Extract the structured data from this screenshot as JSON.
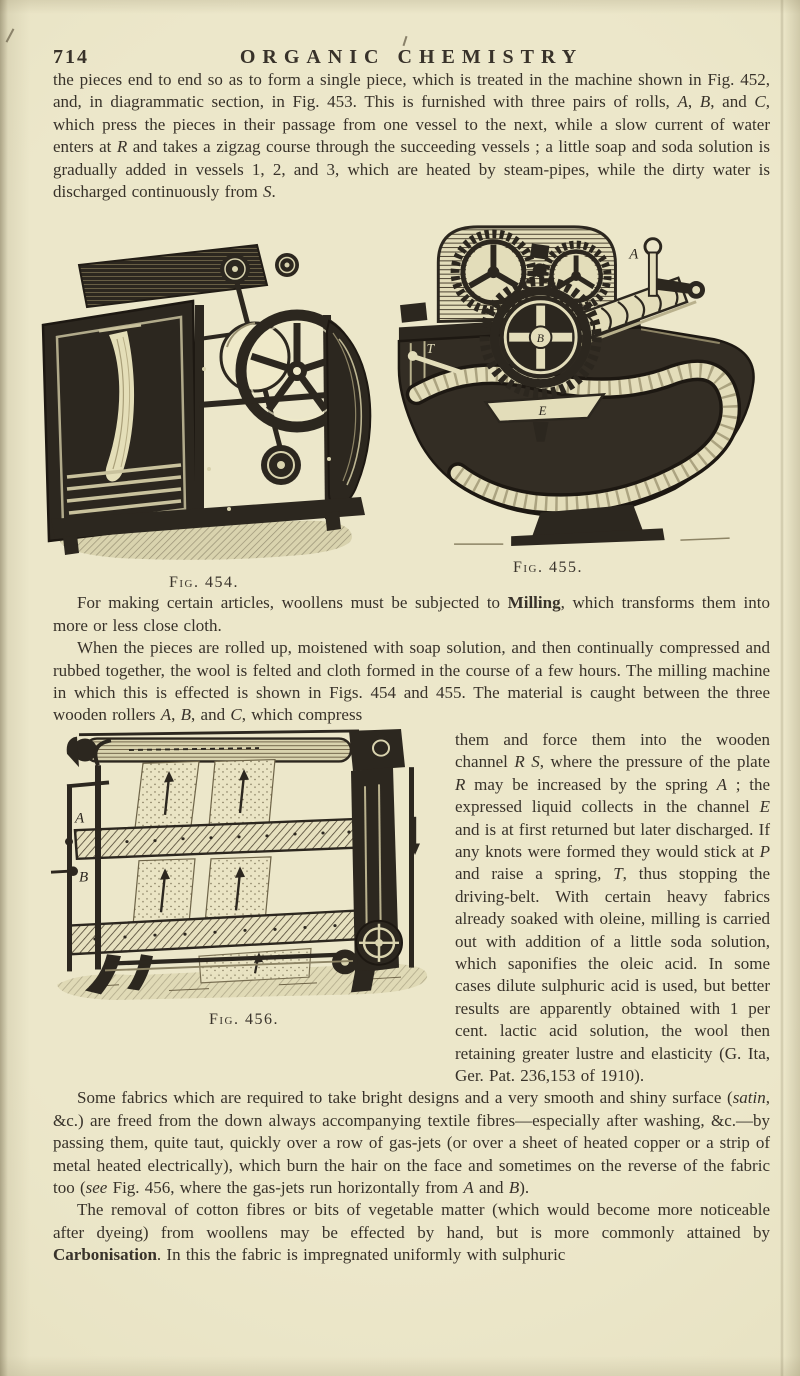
{
  "page": {
    "number": "714",
    "header": "ORGANIC CHEMISTRY"
  },
  "paragraphs": {
    "p1": [
      {
        "t": "the pieces end to end so as to form a single piece, which is treated in the machine shown in Fig. 452, and, in diagrammatic section, in Fig. 453.  This is furnished with three pairs of rolls, "
      },
      {
        "t": "A",
        "i": true
      },
      {
        "t": ", "
      },
      {
        "t": "B",
        "i": true
      },
      {
        "t": ", and "
      },
      {
        "t": "C",
        "i": true
      },
      {
        "t": ", which press the pieces in their passage from one vessel to the next, while a slow current of water enters at "
      },
      {
        "t": "R",
        "i": true
      },
      {
        "t": " and takes a zigzag course through the succeeding vessels ; a little soap and soda solution is gradually added in vessels 1, 2, and 3, which are heated by steam-pipes, while the dirty water is discharged continuously from "
      },
      {
        "t": "S",
        "i": true
      },
      {
        "t": "."
      }
    ],
    "p2": [
      {
        "t": "For making certain articles, woollens must be subjected to "
      },
      {
        "t": "Milling",
        "b": true
      },
      {
        "t": ", which transforms them into more or less close cloth."
      }
    ],
    "p3a": [
      {
        "t": "When the pieces are rolled up, moistened with soap solution, and then continually compressed and rubbed together, the wool is felted and cloth formed in the course of a few hours.  The milling machine in which this is effected is shown in Figs. 454 and 455. The material is caught between the three wooden rollers "
      },
      {
        "t": "A",
        "i": true
      },
      {
        "t": ", "
      },
      {
        "t": "B",
        "i": true
      },
      {
        "t": ", and "
      },
      {
        "t": "C",
        "i": true
      },
      {
        "t": ", which compress"
      }
    ],
    "p3b": [
      {
        "t": "them and force them into the wooden channel "
      },
      {
        "t": "R S",
        "i": true
      },
      {
        "t": ", where the pressure of the plate "
      },
      {
        "t": "R",
        "i": true
      },
      {
        "t": " may be increased by the spring "
      },
      {
        "t": "A",
        "i": true
      },
      {
        "t": " ; the expressed liquid collects in the channel "
      },
      {
        "t": "E",
        "i": true
      },
      {
        "t": " and is at first returned but later discharged.  If any knots were formed they would stick at "
      },
      {
        "t": "P",
        "i": true
      },
      {
        "t": " and raise a spring, "
      },
      {
        "t": "T",
        "i": true
      },
      {
        "t": ", thus stopping the driving-belt.  With certain heavy fabrics already soaked with oleine, milling is carried out with addition of a little soda solution, which saponifies the oleic acid.  In some cases dilute sulphuric acid is used, but better results are apparently obtained with 1 per cent. lactic acid solution, the wool then retaining greater lustre and elasticity (G. Ita, Ger. Pat. 236,153 of 1910)."
      }
    ],
    "p4": [
      {
        "t": "Some fabrics which are required to take bright designs and a very smooth and shiny surface ("
      },
      {
        "t": "satin",
        "i": true
      },
      {
        "t": ", &c.) are freed from the down always accompanying textile fibres—especially after washing, &c.—by passing them, quite taut, quickly over a row of gas-jets (or over a sheet of heated copper or a strip of metal heated electrically), which burn the hair on the face and sometimes on the reverse of the fabric too ("
      },
      {
        "t": "see",
        "i": true
      },
      {
        "t": " Fig. 456, where the gas-jets run horizontally from "
      },
      {
        "t": "A",
        "i": true
      },
      {
        "t": " and "
      },
      {
        "t": "B",
        "i": true
      },
      {
        "t": ")."
      }
    ],
    "p5": [
      {
        "t": "The removal of cotton fibres or bits of vegetable matter (which would become more noticeable after dyeing) from woollens may be effected by hand, but is more commonly attained by "
      },
      {
        "t": "Carbonisation",
        "b": true
      },
      {
        "t": ".  In this the fabric is impregnated uniformly with sulphuric"
      }
    ]
  },
  "figures": {
    "fig454": {
      "caption": "Fig. 454."
    },
    "fig455": {
      "caption": "Fig. 455.",
      "labels": {
        "a": "A",
        "b": "B",
        "e": "E",
        "t": "T"
      }
    },
    "fig456": {
      "caption": "Fig. 456.",
      "labels": {
        "a": "A",
        "b": "B"
      }
    }
  }
}
